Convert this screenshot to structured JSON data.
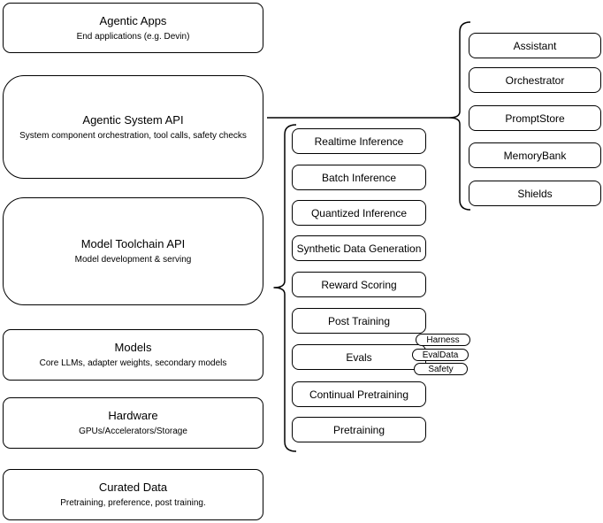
{
  "canvas": {
    "background": "#ffffff",
    "stroke": "#000000"
  },
  "left_stack": [
    {
      "title": "Agentic Apps",
      "subtitle": "End applications (e.g. Devin)"
    },
    {
      "title": "Agentic System API",
      "subtitle": "System component orchestration, tool calls, safety checks"
    },
    {
      "title": "Model Toolchain API",
      "subtitle": "Model development & serving"
    },
    {
      "title": "Models",
      "subtitle": "Core LLMs, adapter weights, secondary models"
    },
    {
      "title": "Hardware",
      "subtitle": "GPUs/Accelerators/Storage"
    },
    {
      "title": "Curated Data",
      "subtitle": "Pretraining, preference, post training."
    }
  ],
  "toolchain": {
    "items": [
      "Realtime Inference",
      "Batch Inference",
      "Quantized Inference",
      "Synthetic Data Generation",
      "Reward Scoring",
      "Post Training",
      "Evals",
      "Continual Pretraining",
      "Pretraining"
    ]
  },
  "evals_tags": [
    "Harness",
    "EvalData",
    "Safety"
  ],
  "system_components": [
    "Assistant",
    "Orchestrator",
    "PromptStore",
    "MemoryBank",
    "Shields"
  ]
}
